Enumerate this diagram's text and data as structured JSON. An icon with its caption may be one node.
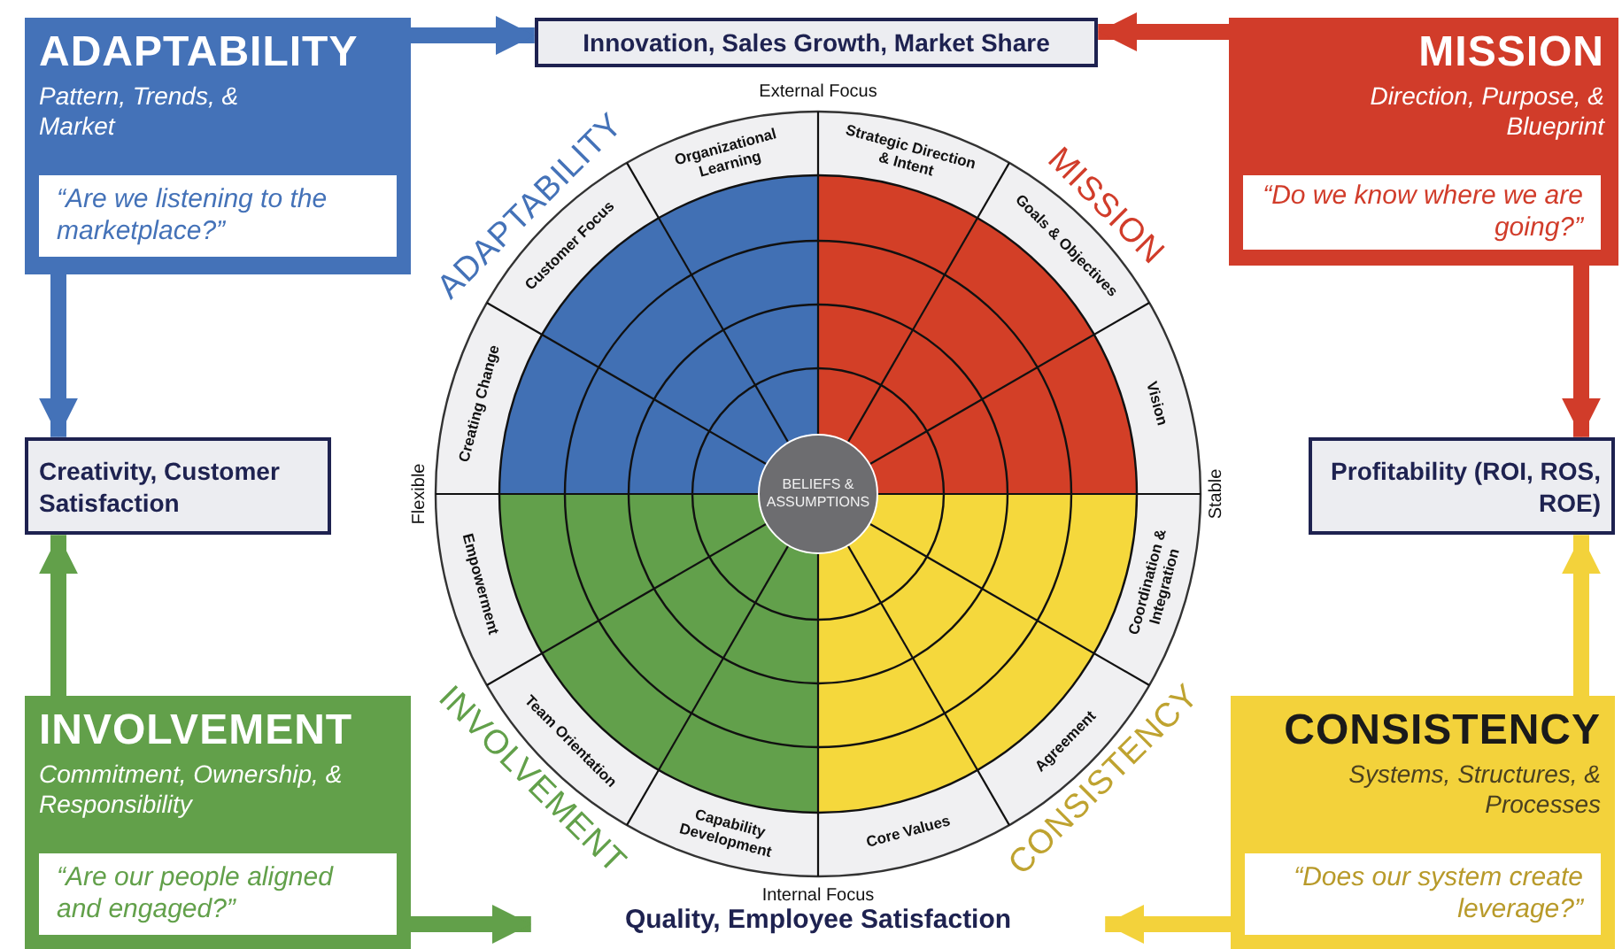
{
  "diagram": {
    "nodes": [
      {
        "text": [
          "ADAPTABILITY",
          "Pattern, Trends, & Market"
        ]
      },
      {
        "text": [
          "“Are we listening to the marketplace?”"
        ],
        "in": 0
      },
      {
        "text": [
          "MISSION",
          "Direction, Purpose, & Blueprint"
        ]
      },
      {
        "text": [
          "“Do we know where we are going?”"
        ],
        "in": 2
      },
      {
        "text": [
          "INVOLVEMENT",
          "Commitment, Ownership, & Responsibility"
        ]
      },
      {
        "text": [
          "“Are our people aligned and engaged?”"
        ],
        "in": 4
      },
      {
        "text": [
          "CONSISTENCY",
          "Systems, Structures, & Processes"
        ]
      },
      {
        "text": [
          "“Does our system create leverage?”"
        ],
        "in": 6
      },
      {
        "text": [
          "Innovation, Sales Growth, Market Share"
        ]
      },
      {
        "text": [
          "Creativity, Customer Satisfaction"
        ]
      },
      {
        "text": [
          "Profitability (ROI, ROS, ROE)"
        ]
      },
      {
        "text": [
          "Quality, Employee Satisfaction"
        ]
      },
      {
        "text": [
          "BELIEFS & ASSUMPTIONS"
        ]
      }
    ],
    "edges": [
      {
        "from": 0,
        "to": 8,
        "arrow": "to",
        "color": "#4472b8"
      },
      {
        "from": 0,
        "to": 9,
        "arrow": "to",
        "color": "#4472b8"
      },
      {
        "from": 2,
        "to": 8,
        "arrow": "to",
        "color": "#d13c2a"
      },
      {
        "from": 2,
        "to": 10,
        "arrow": "to",
        "color": "#d13c2a"
      },
      {
        "from": 4,
        "to": 9,
        "arrow": "to",
        "color": "#62a04a"
      },
      {
        "from": 4,
        "to": 11,
        "arrow": "to",
        "color": "#62a04a"
      },
      {
        "from": 6,
        "to": 10,
        "arrow": "to",
        "color": "#f3d23b"
      },
      {
        "from": 6,
        "to": 11,
        "arrow": "to",
        "color": "#f3d23b"
      }
    ],
    "labels": [
      "External Focus",
      "Organizational Learning",
      "Strategic Direction & Intent",
      "ADAPTABILITY",
      "Customer Focus",
      "Goals & Objectives",
      "MISSION",
      "Creating Change",
      "Vision",
      "Flexible",
      "Stable",
      "Empowerment",
      "Coordination & Integration",
      "Team Orientation",
      "Agreement",
      "INVOLVEMENT",
      "CONSISTENCY",
      "Capability Development",
      "Core Values",
      "Internal Focus"
    ]
  }
}
